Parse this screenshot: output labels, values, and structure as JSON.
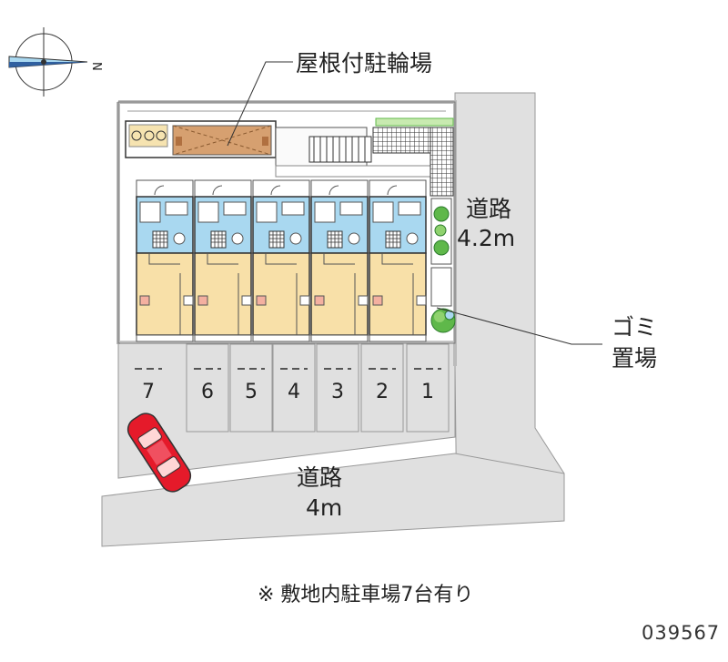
{
  "compass": {
    "north_label": "N"
  },
  "labels": {
    "bicycle_parking": "屋根付駐輪場",
    "road_right_name": "道路",
    "road_right_width": "4.2m",
    "garbage_line1": "ゴミ",
    "garbage_line2": "置場",
    "road_bottom_name": "道路",
    "road_bottom_width": "4m"
  },
  "parking_spaces": [
    "7",
    "6",
    "5",
    "4",
    "3",
    "2",
    "1"
  ],
  "footnote": "※ 敷地内駐車場7台有り",
  "property_code": "039567",
  "colors": {
    "road": "#e0e0e0",
    "kitchen_bath": "#a9d8f0",
    "room": "#f8e0a8",
    "car": "#e51a2a",
    "shrub": "#5fb84a",
    "bike_roof": "#d6a070"
  }
}
